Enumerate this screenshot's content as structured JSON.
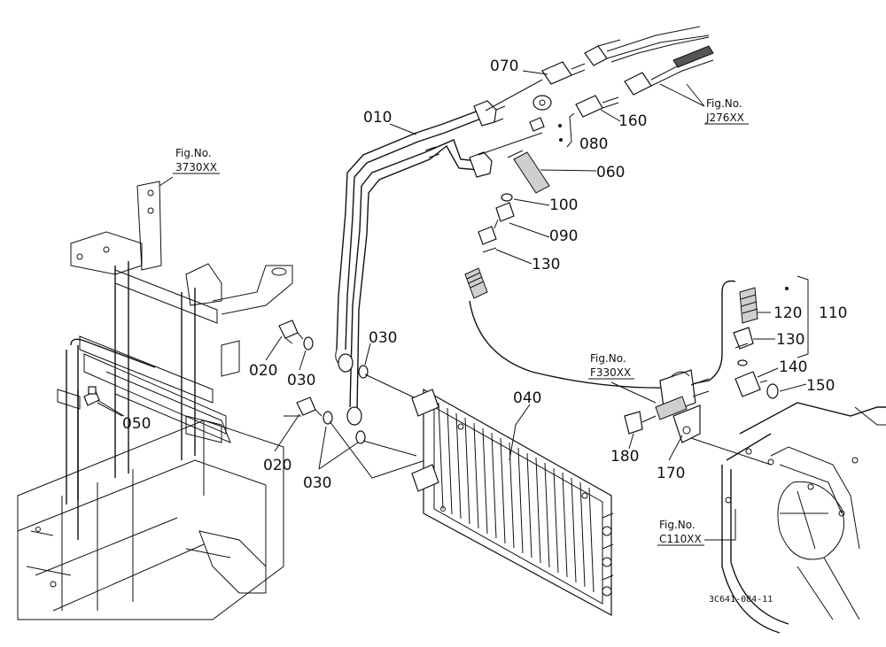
{
  "diagram": {
    "drawing_code": "3C641-084-11",
    "part_labels": {
      "p010": "010",
      "p020a": "020",
      "p020b": "020",
      "p030a": "030",
      "p030b": "030",
      "p030c": "030",
      "p040": "040",
      "p050": "050",
      "p060": "060",
      "p070": "070",
      "p080": "080",
      "p090": "090",
      "p100": "100",
      "p110": "110",
      "p120": "120",
      "p130a": "130",
      "p130b": "130",
      "p140": "140",
      "p150": "150",
      "p160": "160",
      "p170": "170",
      "p180": "180"
    },
    "figure_refs": {
      "j276": {
        "title": "Fig.No.",
        "code": "J276XX"
      },
      "f3730": {
        "title": "Fig.No.",
        "code": "3730XX"
      },
      "f330": {
        "title": "Fig.No.",
        "code": "F330XX"
      },
      "c110": {
        "title": "Fig.No.",
        "code": "C110XX"
      }
    }
  }
}
